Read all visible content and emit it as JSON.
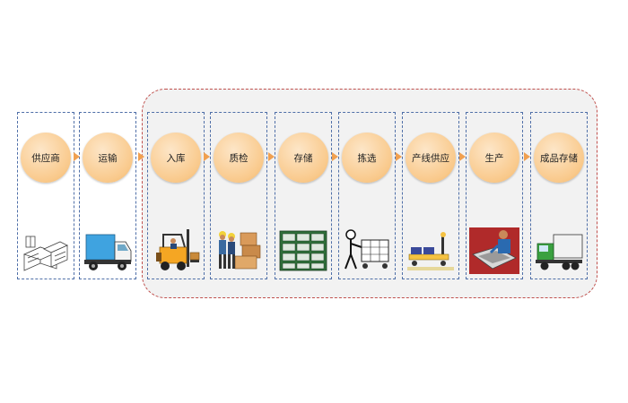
{
  "steps": [
    {
      "label": "供应商",
      "icon": "warehouse-stock-icon"
    },
    {
      "label": "运输",
      "icon": "delivery-truck-icon"
    },
    {
      "label": "入库",
      "icon": "forklift-icon"
    },
    {
      "label": "质检",
      "icon": "inspection-worker-icon"
    },
    {
      "label": "存储",
      "icon": "storage-rack-icon"
    },
    {
      "label": "拣选",
      "icon": "picking-cart-icon"
    },
    {
      "label": "产线供应",
      "icon": "line-supply-cart-icon"
    },
    {
      "label": "生产",
      "icon": "production-worker-icon"
    },
    {
      "label": "成品存储",
      "icon": "finished-goods-truck-icon"
    }
  ],
  "colors": {
    "circle_fill": "#f9c98b",
    "arrow": "#f0a050",
    "step_border": "#4f6fa8",
    "group_border": "#c0504d",
    "group_fill": "#f2f2f2"
  }
}
